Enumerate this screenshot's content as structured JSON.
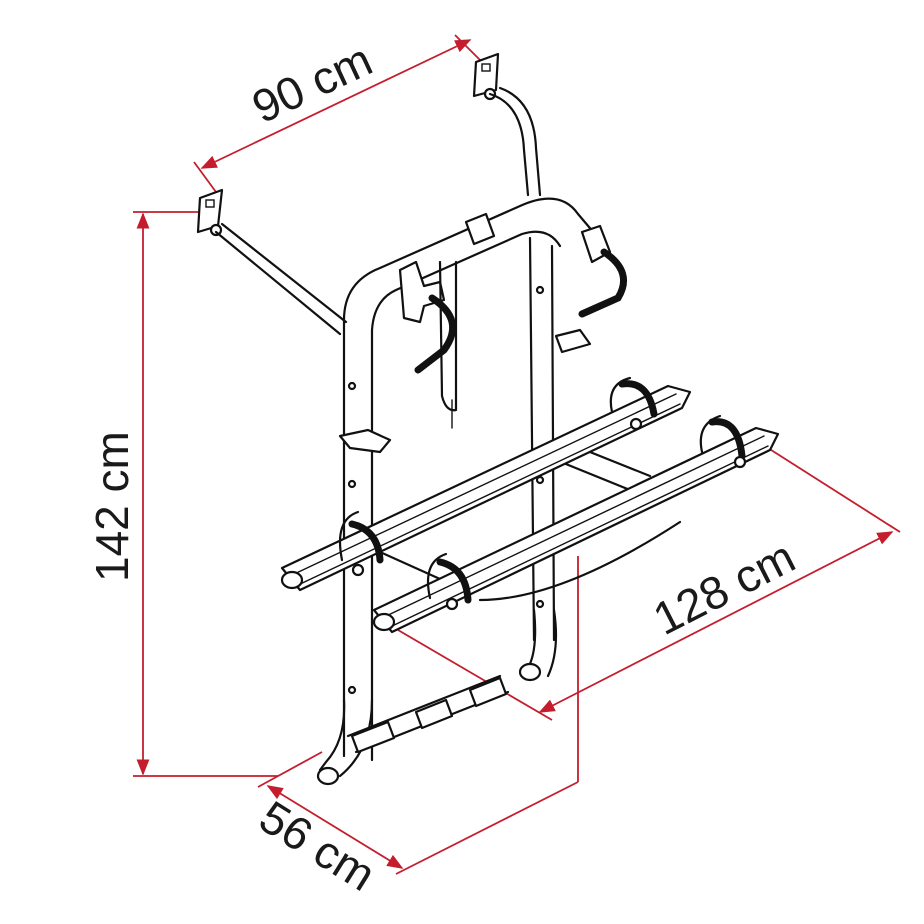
{
  "diagram": {
    "subject": "rear-mounted bike carrier rack",
    "colors": {
      "dimension_line": "#c41e2e",
      "line_art": "#111111",
      "background": "#ffffff"
    },
    "dimensions": {
      "top_width": {
        "label": "90 cm",
        "value": 90,
        "unit": "cm"
      },
      "height": {
        "label": "142 cm",
        "value": 142,
        "unit": "cm"
      },
      "rail_length": {
        "label": "128 cm",
        "value": 128,
        "unit": "cm"
      },
      "depth": {
        "label": "56 cm",
        "value": 56,
        "unit": "cm"
      }
    }
  }
}
